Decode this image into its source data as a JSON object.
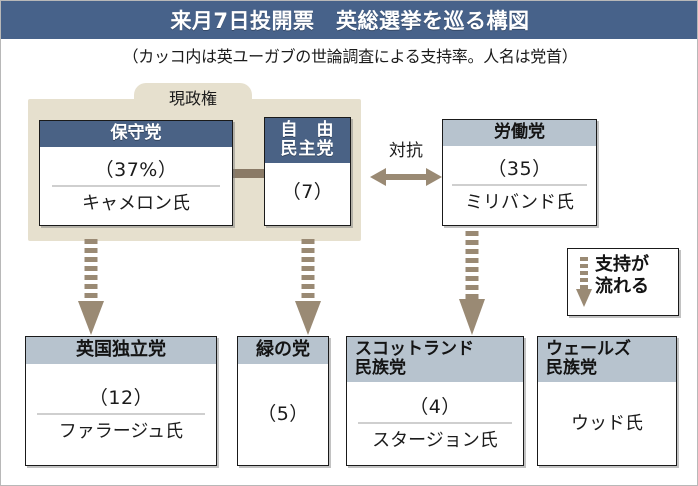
{
  "header": {
    "title": "来月7日投開票　英総選挙を巡る構図"
  },
  "subtitle": "（カッコ内は英ユーガブの世論調査による支持率。人名は党首）",
  "coalition": {
    "label": "現政権"
  },
  "relations": {
    "opposition_label": "対抗"
  },
  "legend": {
    "line1": "支持が",
    "line2": "流れる"
  },
  "parties": {
    "conservative": {
      "name": "保守党",
      "support": "（37%）",
      "leader": "キャメロン氏"
    },
    "libdem": {
      "name_line1": "自　由",
      "name_line2": "民主党",
      "support": "（7）"
    },
    "labour": {
      "name": "労働党",
      "support": "（35）",
      "leader": "ミリバンド氏"
    },
    "ukip": {
      "name": "英国独立党",
      "support": "（12）",
      "leader": "ファラージュ氏"
    },
    "green": {
      "name": "緑の党",
      "support": "（5）"
    },
    "snp": {
      "name_line1": "スコットランド",
      "name_line2": "民族党",
      "support": "（4）",
      "leader": "スタージョン氏"
    },
    "plaid": {
      "name_line1": "ウェールズ",
      "name_line2": "民族党",
      "leader": "ウッド氏"
    }
  },
  "colors": {
    "header_band": "#47628a",
    "coalition_bg": "#e6e0ce",
    "card_head_navy": "#4a6285",
    "card_head_grayblue": "#b7c3ce",
    "arrow_brown": "#9a8a74"
  }
}
